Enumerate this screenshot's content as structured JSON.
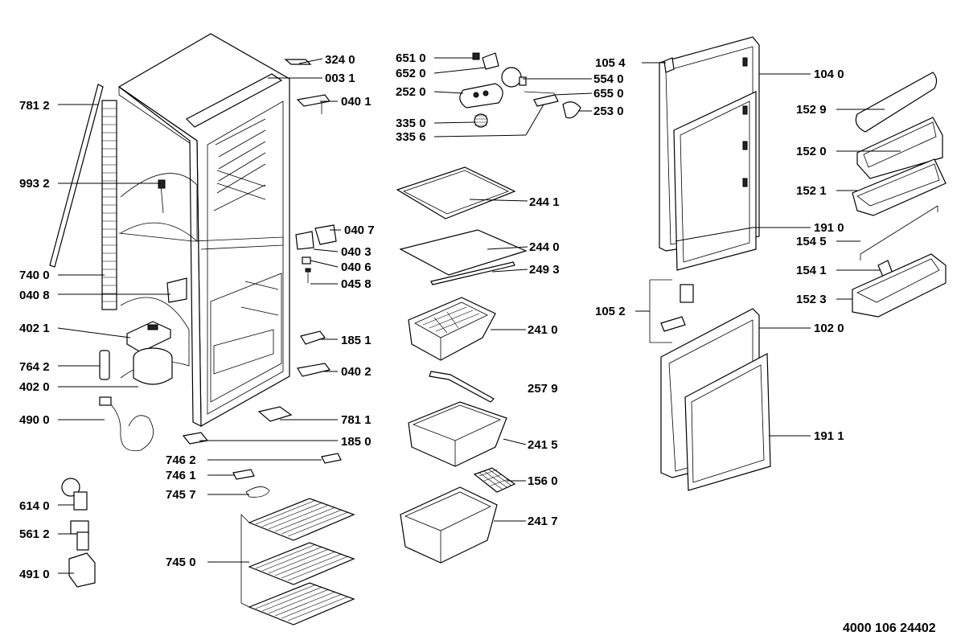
{
  "document_number": "4000 106 24402",
  "labels": {
    "l_324_0": "324 0",
    "l_003_1": "003 1",
    "l_040_1": "040 1",
    "l_781_2": "781 2",
    "l_993_2": "993 2",
    "l_740_0": "740 0",
    "l_040_8": "040 8",
    "l_402_1": "402 1",
    "l_764_2": "764 2",
    "l_402_0": "402 0",
    "l_490_0": "490 0",
    "l_040_7": "040 7",
    "l_040_3": "040 3",
    "l_040_6": "040 6",
    "l_045_8": "045 8",
    "l_185_1": "185 1",
    "l_040_2": "040 2",
    "l_781_1": "781 1",
    "l_185_0": "185 0",
    "l_746_2": "746 2",
    "l_746_1": "746 1",
    "l_745_7": "745 7",
    "l_614_0": "614 0",
    "l_561_2": "561 2",
    "l_491_0": "491 0",
    "l_745_0": "745 0",
    "l_651_0": "651 0",
    "l_652_0": "652 0",
    "l_252_0": "252 0",
    "l_335_0": "335 0",
    "l_335_6": "335 6",
    "l_554_0": "554 0",
    "l_655_0": "655 0",
    "l_253_0": "253 0",
    "l_244_1": "244 1",
    "l_244_0": "244 0",
    "l_249_3": "249 3",
    "l_241_0": "241 0",
    "l_257_9": "257 9",
    "l_241_5": "241 5",
    "l_156_0": "156 0",
    "l_241_7": "241 7",
    "l_105_4": "105 4",
    "l_104_0": "104 0",
    "l_152_9": "152 9",
    "l_152_0": "152 0",
    "l_152_1": "152 1",
    "l_191_0": "191 0",
    "l_154_5": "154 5",
    "l_154_1": "154 1",
    "l_152_3": "152 3",
    "l_105_2": "105 2",
    "l_102_0": "102 0",
    "l_191_1": "191 1"
  }
}
